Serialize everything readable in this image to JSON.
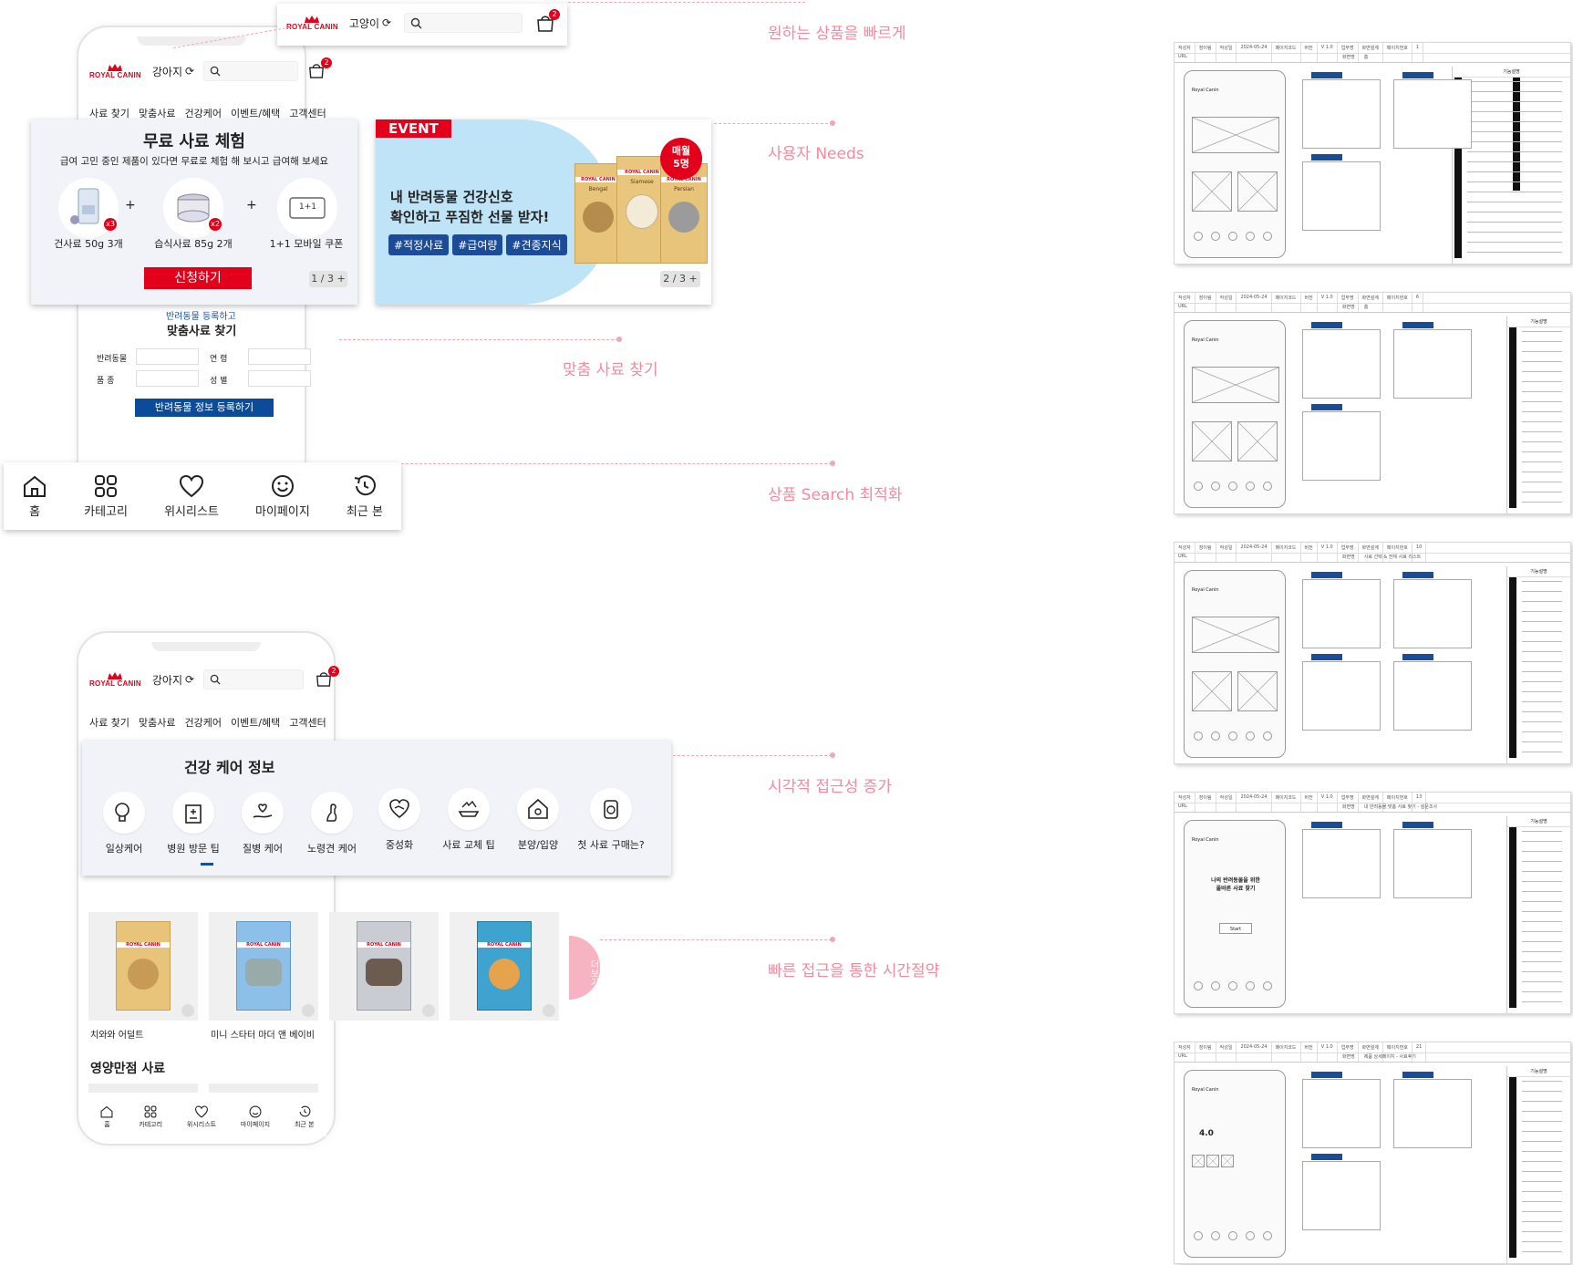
{
  "brand": {
    "logo_text": "ROYAL CANIN",
    "accent": "#e2001a",
    "blue": "#1b4c9a",
    "pink": "#f28aa0"
  },
  "header_top": {
    "species": "고양이",
    "cart_count": "2"
  },
  "header_dog": {
    "species": "강아지",
    "cart_count": "2"
  },
  "gnb": [
    "사료 찾기",
    "맞춤사료",
    "건강케어",
    "이벤트/혜택",
    "고객센터"
  ],
  "free_sample": {
    "title": "무료 사료 체험",
    "subtitle": "급여 고민 중인 제품이 있다면 무료로 체험 해 보시고 급여해 보세요",
    "items": [
      "건사료 50g 3개",
      "습식사료 85g 2개",
      "1+1 모바일 쿠폰"
    ],
    "badges": [
      "x3",
      "x2",
      "1+1"
    ],
    "plus": "+",
    "cta": "신청하기",
    "pager": "1 / 3 +"
  },
  "event": {
    "badge": "EVENT",
    "line1": "내 반려동물 건강신호",
    "line2": "확인하고 푸짐한 선물 받자!",
    "tags": [
      "#적정사료",
      "#급여량",
      "#견종지식"
    ],
    "monthly_line1": "매월",
    "monthly_line2": "5명",
    "pager": "2 / 3 +",
    "bag_names": [
      "Bengal",
      "Siamese",
      "Persian"
    ]
  },
  "pet_register": {
    "line1": "반려동물 등록하고",
    "line2": "맞춤사료 찾기",
    "labels": [
      "반려동물",
      "연 령",
      "품 종",
      "성 별"
    ],
    "cta": "반려동물 정보 등록하기"
  },
  "tabbar": [
    "홈",
    "카테고리",
    "위시리스트",
    "마이페이지",
    "최근 본"
  ],
  "health_care": {
    "title": "건강 케어 정보",
    "items": [
      "일상케어",
      "병원 방문 팁",
      "질병 케어",
      "노령견 케어",
      "중성화",
      "사료 교체 팁",
      "분양/입양",
      "첫 사료 구매는?"
    ]
  },
  "products": {
    "items": [
      "치와와 어덜트",
      "미니 스타터 마더 앤 베이비"
    ],
    "more": "더보기",
    "section_title": "영양만점 사료"
  },
  "callouts": [
    "원하는 상품을 빠르게",
    "사용자 Needs",
    "맞춤 사료 찾기",
    "상품 Search 최적화",
    "시각적 접근성 증가",
    "빠른 접근을 통한 시간절약"
  ],
  "wireframe": {
    "meta": [
      "작성자",
      "장이림",
      "작성일",
      "2024-05-24",
      "페이지코드",
      "버전",
      "V 1.0",
      "업무명",
      "화면설계",
      "페이지번호"
    ],
    "url_label": "URL",
    "page_title_label": "화면명",
    "sidebar_title": "기능설명",
    "app_label": "Royal Canin",
    "page_names": [
      "홈",
      "홈",
      "사료 선택 & 전체 사료 리스트",
      "내 반려동물 맞춤 사료 찾기 - 설문조사",
      "제품 상세페이지 - 사료후기"
    ],
    "page_numbers": [
      "1",
      "6",
      "10",
      "13",
      "21"
    ],
    "start_title_1": "나의 반려동물을 위한",
    "start_title_2": "올바른 사료 찾기",
    "start_button": "Start",
    "rating": "4.0"
  }
}
